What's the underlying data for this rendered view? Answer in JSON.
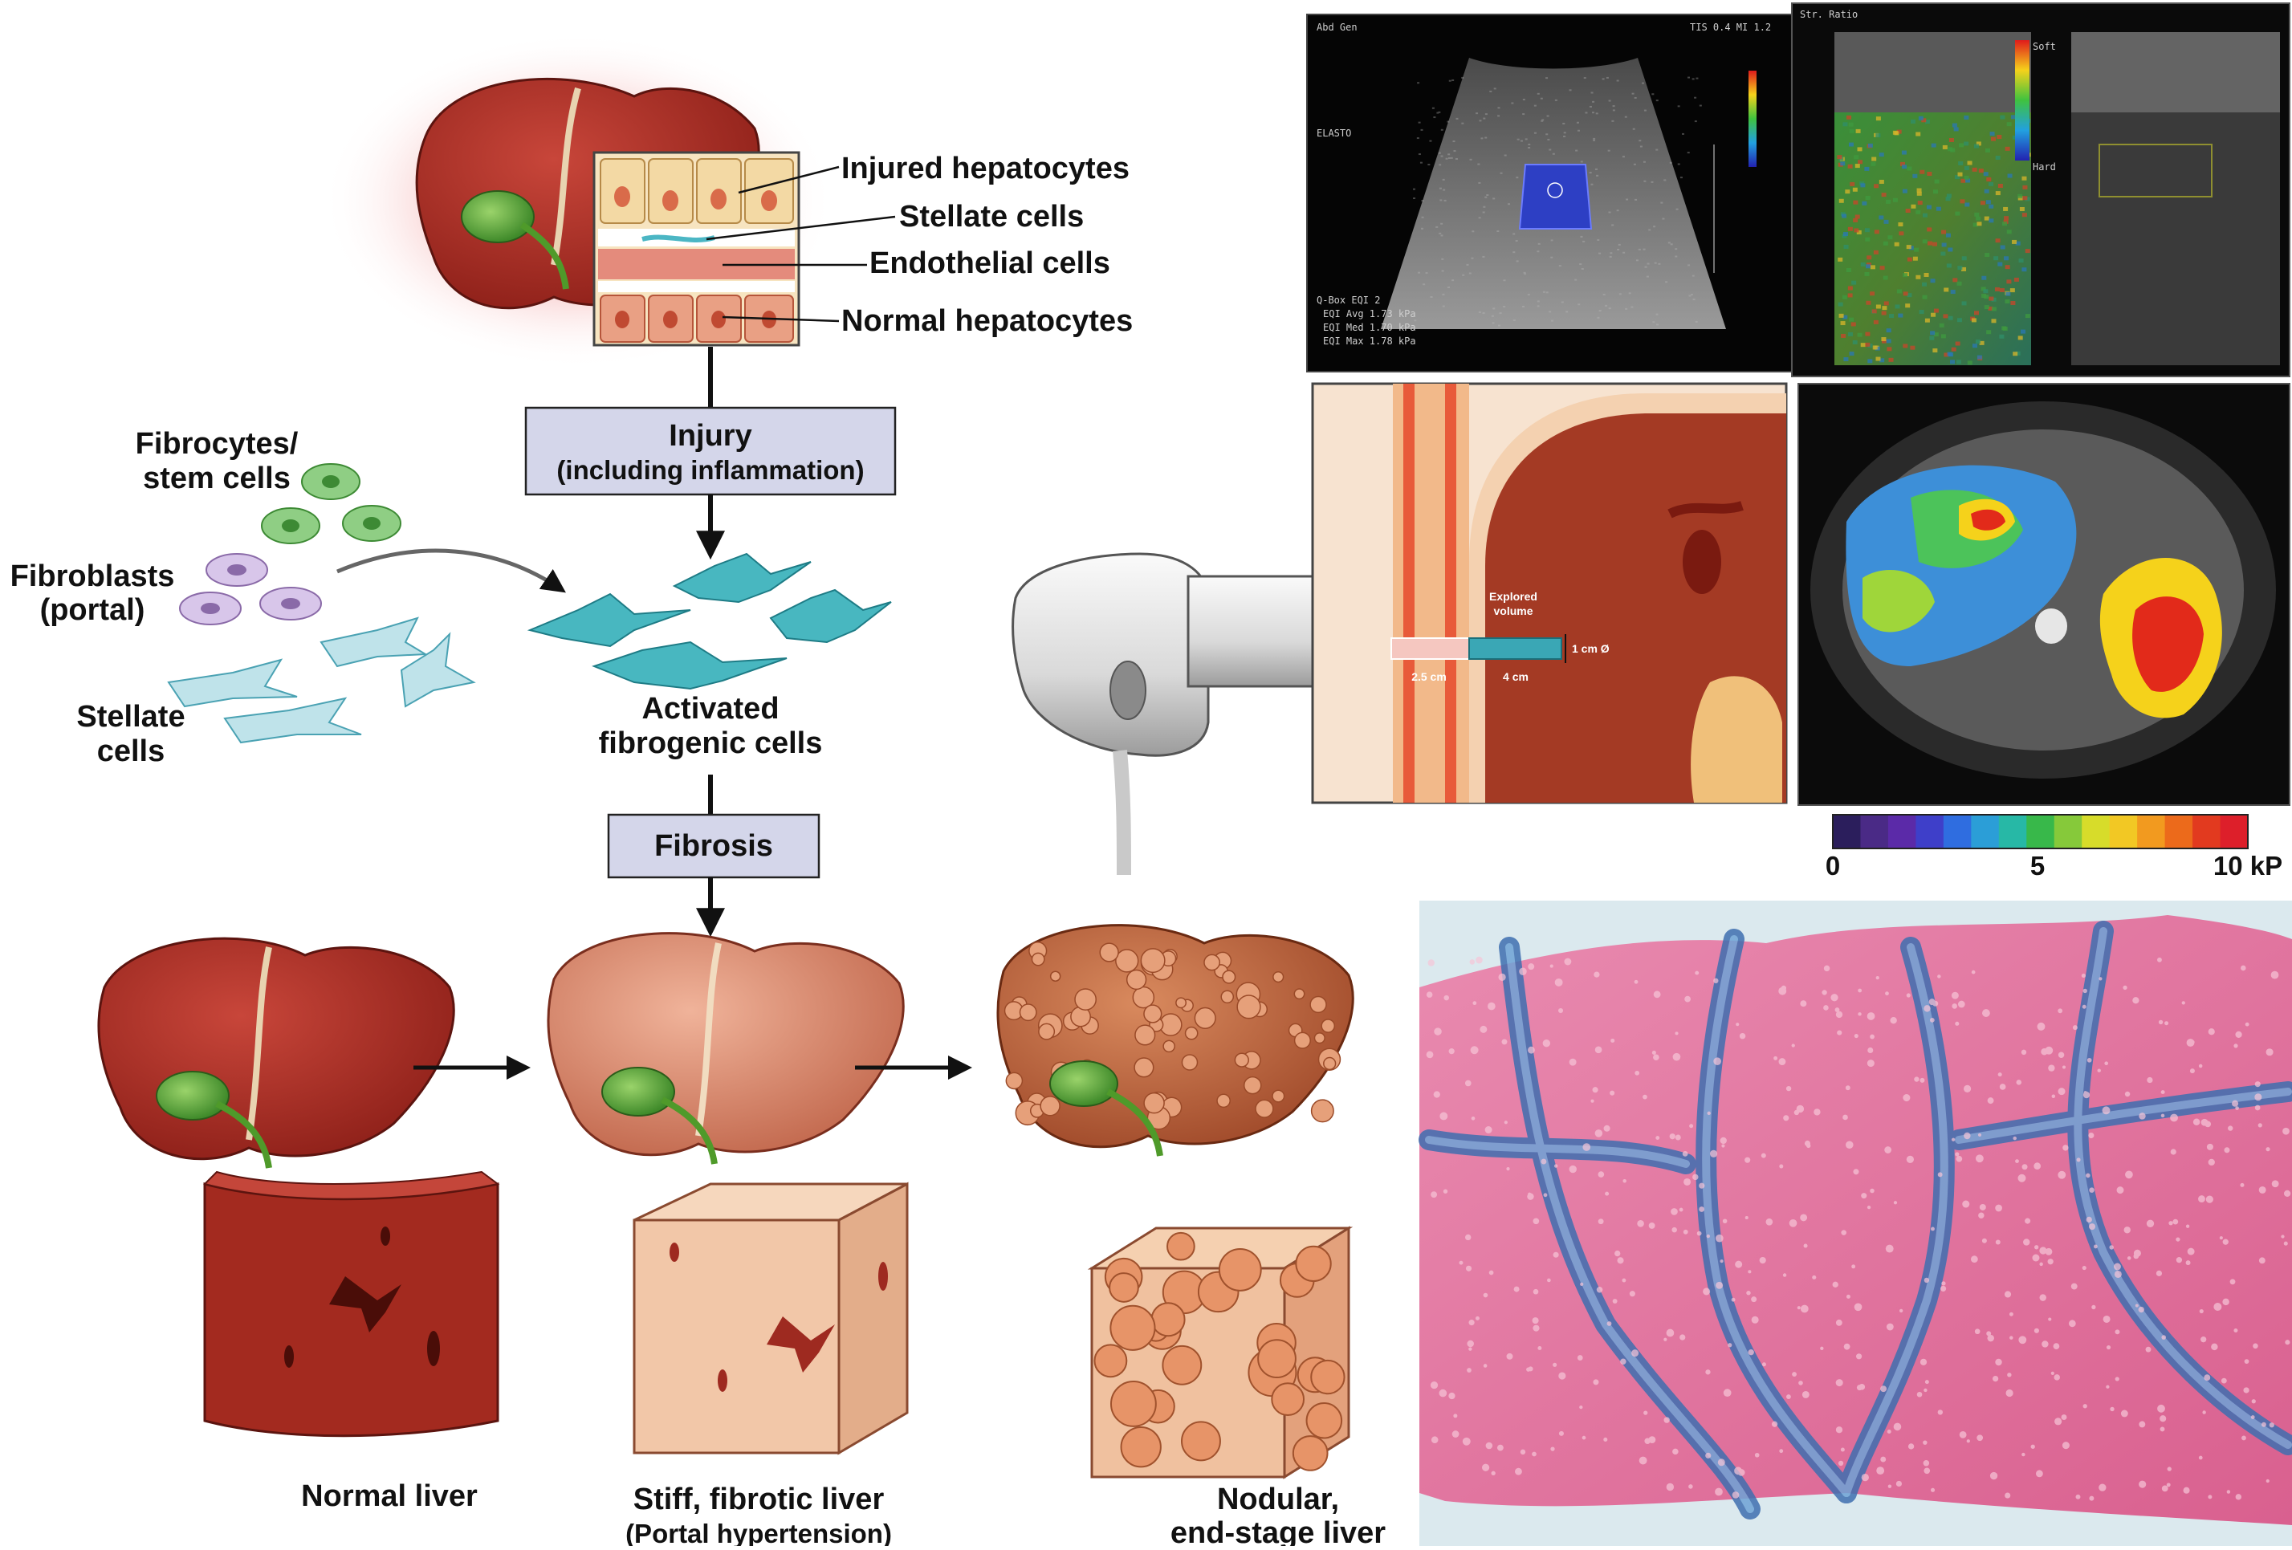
{
  "labels": {
    "injured_hepatocytes": "Injured hepatocytes",
    "stellate_cells_top": "Stellate cells",
    "endothelial_cells": "Endothelial cells",
    "normal_hepatocytes": "Normal hepatocytes",
    "injury_title": "Injury",
    "injury_sub": "(including inflammation)",
    "fibrocytes_line1": "Fibrocytes/",
    "fibrocytes_line2": "stem cells",
    "fibroblasts_line1": "Fibroblasts",
    "fibroblasts_line2": "(portal)",
    "stellate_line1": "Stellate",
    "stellate_line2": "cells",
    "activated_line1": "Activated",
    "activated_line2": "fibrogenic cells",
    "fibrosis": "Fibrosis",
    "normal_liver": "Normal liver",
    "stiff_line1": "Stiff, fibrotic liver",
    "stiff_line2": "(Portal hypertension)",
    "nodular_line1": "Nodular,",
    "nodular_line2": "end-stage liver"
  },
  "probe": {
    "explored_volume_line1": "Explored",
    "explored_volume_line2": "volume",
    "depth": "2.5 cm",
    "length": "4 cm",
    "diameter": "1 cm Ø"
  },
  "ultrasound": {
    "header_left": "Abd Gen",
    "header_right": "TIS 0.4  MI 1.2",
    "elasto_label": "ELASTO",
    "readout_title": "Q-Box EQI 2",
    "readout_avg": "EQI Avg  1.73 kPa",
    "readout_med": "EQI Med  1.70 kPa",
    "readout_max": "EQI Max  1.78 kPa",
    "strain_header": "Str. Ratio",
    "soft_label": "Soft",
    "hard_label": "Hard"
  },
  "mre_scale": {
    "min": "0",
    "mid": "5",
    "max": "10 kP",
    "colors": [
      "#2b1e5c",
      "#4a2a86",
      "#5b2aa8",
      "#3e3fc9",
      "#2f6de0",
      "#2b9ed7",
      "#27b8a6",
      "#38b84a",
      "#86c93a",
      "#d7dc2a",
      "#f2c824",
      "#f29a1f",
      "#ec6a1b",
      "#e23a1f",
      "#dd1f2a"
    ]
  }
}
